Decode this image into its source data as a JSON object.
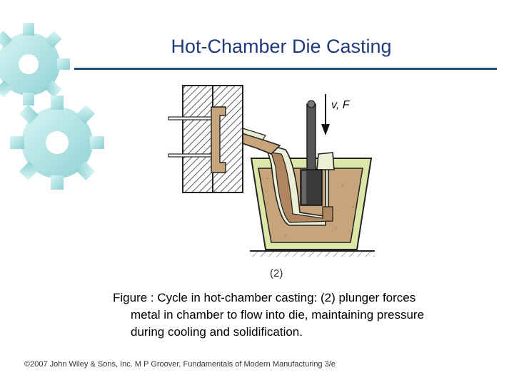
{
  "slide": {
    "title": "Hot-Chamber Die Casting"
  },
  "diagram": {
    "force_label": "v, F",
    "step_label": "(2)"
  },
  "caption": {
    "line1": "Figure : Cycle in hot‑chamber casting: (2) plunger forces",
    "line2": "metal in chamber to flow into die, maintaining pressure",
    "line3": "during cooling and solidification."
  },
  "footer": {
    "text": "©2007 John Wiley & Sons, Inc.  M P Groover, Fundamentals of Modern Manufacturing 3/e"
  },
  "colors": {
    "title": "#1f3a7a",
    "gear": "#b9ecec",
    "molten_metal": "#c8a47a",
    "pot": "#dde6a6"
  }
}
